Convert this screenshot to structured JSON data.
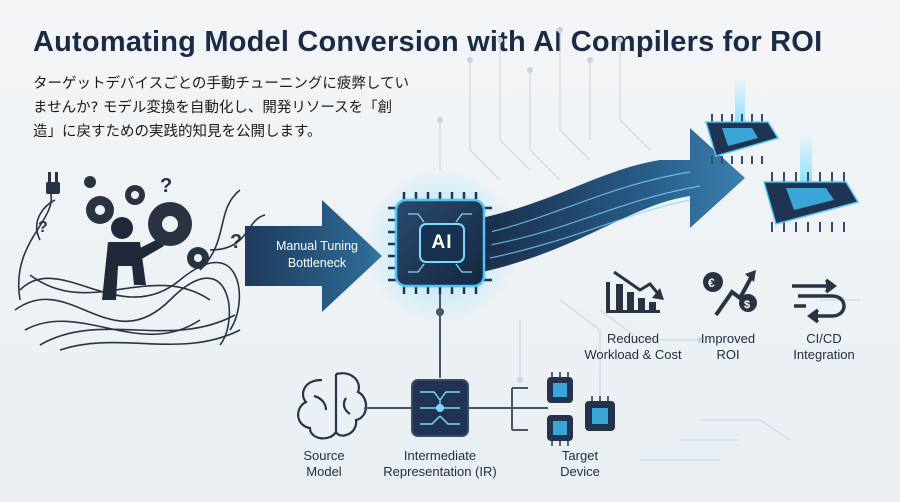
{
  "title": "Automating Model Conversion with AI Compilers for ROI",
  "intro": [
    "ターゲットデバイスごとの手動チューニングに疲弊してい",
    "ませんか? モデル変換を自動化し、開発リソースを「創",
    "造」に戻すための実践的知見を公開します。"
  ],
  "bottleneck_label": [
    "Manual Tuning",
    "Bottleneck"
  ],
  "ai_chip_label": "AI",
  "benefits": [
    {
      "icon": "chart-down-icon",
      "label": [
        "Reduced",
        "Workload & Cost"
      ]
    },
    {
      "icon": "euro-dollar-growth-icon",
      "label": [
        "Improved",
        "ROI"
      ]
    },
    {
      "icon": "cicd-loop-icon",
      "label": [
        "CI/CD",
        "Integration"
      ]
    }
  ],
  "pipeline": [
    {
      "icon": "brain-icon",
      "label": [
        "Source",
        "Model"
      ]
    },
    {
      "icon": "ir-chip-icon",
      "label": [
        "Intermediate",
        "Representation (IR)"
      ]
    },
    {
      "icon": "target-chips-icon",
      "label": [
        "Target",
        "Device"
      ]
    }
  ],
  "colors": {
    "navy": "#1c2b44",
    "accent": "#2bb3e6",
    "glow": "#7fd8ff"
  }
}
